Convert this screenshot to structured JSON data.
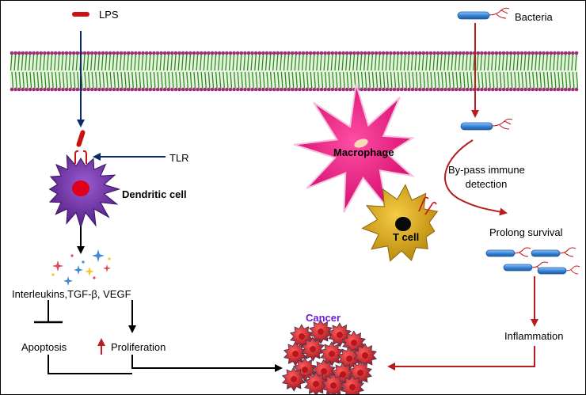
{
  "labels": {
    "lps": "LPS",
    "bacteria": "Bacteria",
    "tlr": "TLR",
    "dendritic_cell": "Dendritic cell",
    "macrophage": "Macrophage",
    "t_cell": "T cell",
    "bypass_line1": "By-pass immune",
    "bypass_line2": "detection",
    "prolong_survival": "Prolong survival",
    "cytokines": "Interleukins,TGF-β, VEGF",
    "apoptosis": "Apoptosis",
    "proliferation": "Proliferation",
    "inflammation": "Inflammation",
    "cancer": "Cancer"
  },
  "colors": {
    "membrane_green": "#2e8b1f",
    "membrane_heads": "#9b2f7a",
    "lps_red": "#cc1111",
    "arrow_blue": "#0b2a6b",
    "arrow_red": "#b81c1c",
    "bacteria_blue": "#3a86d6",
    "dendritic_purple": "#6a2ea0",
    "macrophage_pink": "#e8157f",
    "tcell_gold": "#c99712",
    "cancer_red": "#d91e26",
    "cancer_label": "#6a1fd1"
  }
}
